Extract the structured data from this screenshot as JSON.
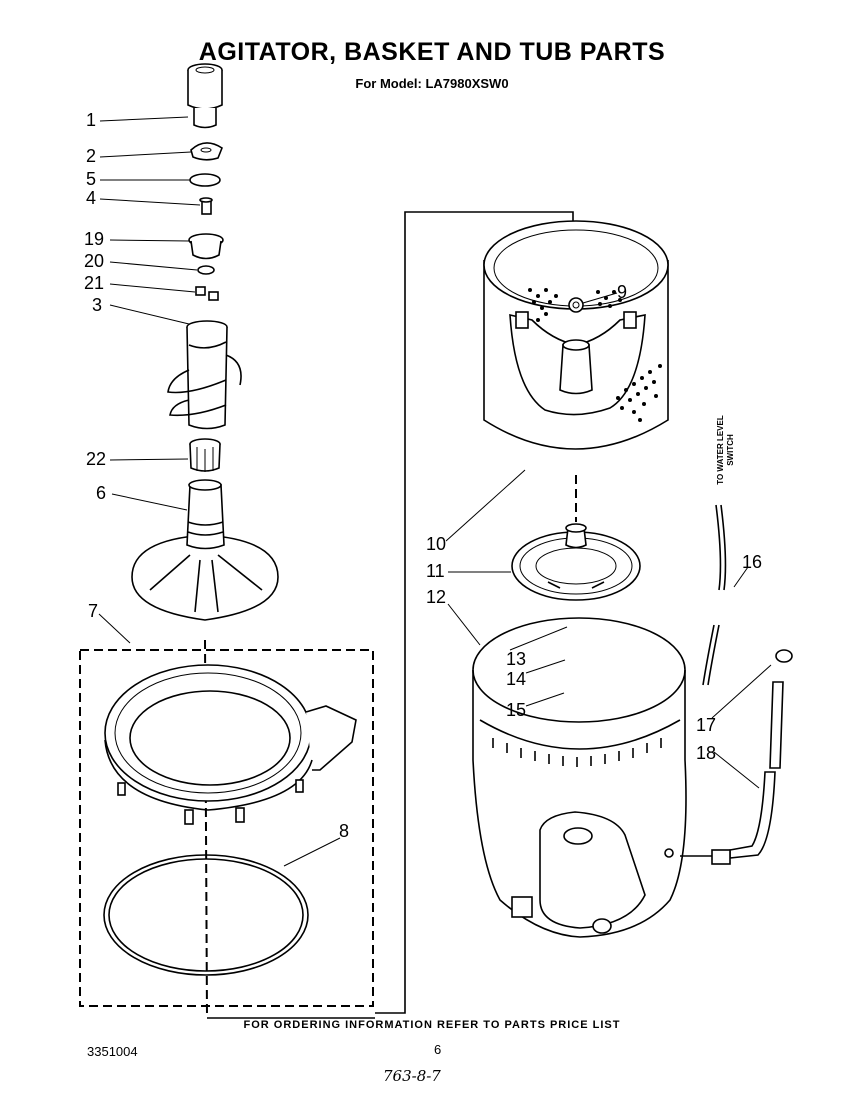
{
  "title": "AGITATOR, BASKET AND TUB PARTS",
  "subtitle": "For Model: LA7980XSW0",
  "footer_note": "FOR ORDERING INFORMATION REFER TO PARTS PRICE LIST",
  "doc_number": "3351004",
  "page_number": "6",
  "handwritten_note": "763-8-7",
  "water_level_label": "TO WATER LEVEL SWITCH",
  "callouts": {
    "c1": "1",
    "c2": "2",
    "c5": "5",
    "c4": "4",
    "c19": "19",
    "c20": "20",
    "c21": "21",
    "c3": "3",
    "c22": "22",
    "c6": "6",
    "c7": "7",
    "c8": "8",
    "c9": "9",
    "c10": "10",
    "c11": "11",
    "c12": "12",
    "c13": "13",
    "c14": "14",
    "c15": "15",
    "c16": "16",
    "c17": "17",
    "c18": "18"
  }
}
